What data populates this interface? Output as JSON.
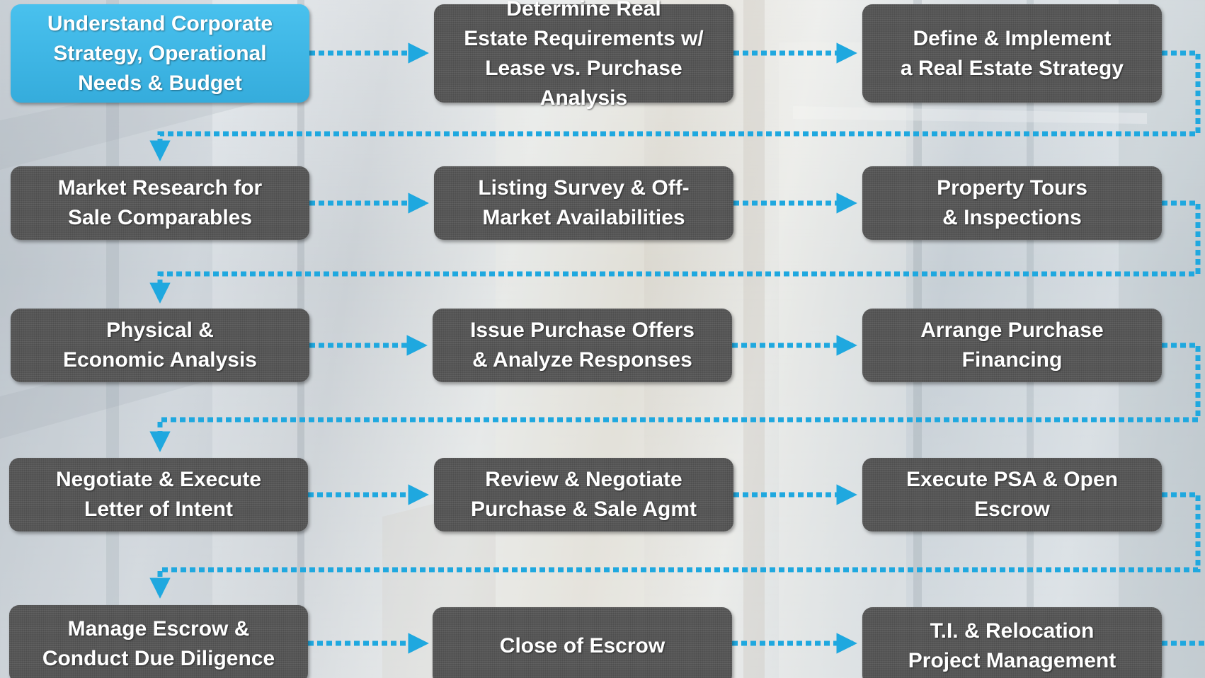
{
  "colors": {
    "connector": "#1fa8df",
    "box": "#565656",
    "box_active": "#3fb5e4",
    "text": "#ffffff"
  },
  "steps": [
    {
      "id": "understand-strategy",
      "label": "Understand Corporate\nStrategy, Operational\nNeeds & Budget",
      "highlighted": true
    },
    {
      "id": "determine-requirements",
      "label": "Determine Real\nEstate Requirements w/\nLease vs. Purchase Analysis"
    },
    {
      "id": "define-strategy",
      "label": "Define & Implement\na Real Estate Strategy"
    },
    {
      "id": "market-research",
      "label": "Market Research for\nSale Comparables"
    },
    {
      "id": "listing-survey",
      "label": "Listing Survey & Off-\nMarket Availabilities"
    },
    {
      "id": "property-tours",
      "label": "Property Tours\n& Inspections"
    },
    {
      "id": "physical-analysis",
      "label": "Physical &\nEconomic Analysis"
    },
    {
      "id": "issue-offers",
      "label": "Issue Purchase Offers\n& Analyze Responses"
    },
    {
      "id": "arrange-financing",
      "label": "Arrange Purchase Financing"
    },
    {
      "id": "negotiate-loi",
      "label": "Negotiate & Execute\nLetter of Intent"
    },
    {
      "id": "review-psa",
      "label": "Review & Negotiate\nPurchase & Sale Agmt"
    },
    {
      "id": "execute-psa",
      "label": "Execute PSA & Open Escrow"
    },
    {
      "id": "manage-escrow",
      "label": "Manage Escrow &\nConduct Due Diligence"
    },
    {
      "id": "close-escrow",
      "label": "Close of Escrow"
    },
    {
      "id": "ti-relocation",
      "label": "T.I.  & Relocation\nProject Management"
    }
  ],
  "edges": [
    [
      "understand-strategy",
      "determine-requirements"
    ],
    [
      "determine-requirements",
      "define-strategy"
    ],
    [
      "define-strategy",
      "market-research"
    ],
    [
      "market-research",
      "listing-survey"
    ],
    [
      "listing-survey",
      "property-tours"
    ],
    [
      "property-tours",
      "physical-analysis"
    ],
    [
      "physical-analysis",
      "issue-offers"
    ],
    [
      "issue-offers",
      "arrange-financing"
    ],
    [
      "arrange-financing",
      "negotiate-loi"
    ],
    [
      "negotiate-loi",
      "review-psa"
    ],
    [
      "review-psa",
      "execute-psa"
    ],
    [
      "execute-psa",
      "manage-escrow"
    ],
    [
      "manage-escrow",
      "close-escrow"
    ],
    [
      "close-escrow",
      "ti-relocation"
    ]
  ]
}
